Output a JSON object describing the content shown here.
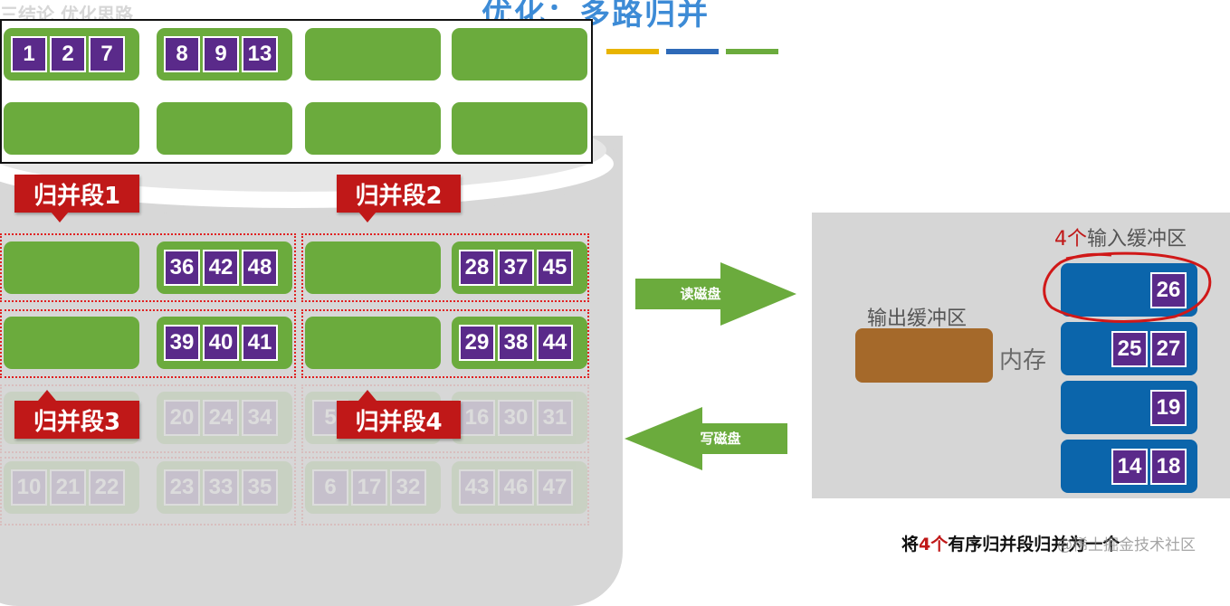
{
  "title": "优化：多路归并",
  "top_left_faded": "三结论 优化思路",
  "legend_colors": [
    "#e8b400",
    "#2e6ab8",
    "#6bab3d"
  ],
  "memory_rows": [
    [
      [
        "1",
        "2",
        "7"
      ],
      [
        "8",
        "9",
        "13"
      ],
      [],
      []
    ],
    [
      [],
      [],
      [],
      []
    ]
  ],
  "segment_rows": [
    [
      [],
      [
        "36",
        "42",
        "48"
      ],
      [],
      [
        "28",
        "37",
        "45"
      ]
    ],
    [
      [],
      [
        "39",
        "40",
        "41"
      ],
      [],
      [
        "29",
        "38",
        "44"
      ]
    ]
  ],
  "faded_rows": [
    [
      [],
      [
        "20",
        "24",
        "34"
      ],
      [
        "5"
      ],
      [
        "16",
        "30",
        "31"
      ]
    ],
    [
      [
        "10",
        "21",
        "22"
      ],
      [
        "23",
        "33",
        "35"
      ],
      [
        "6",
        "17",
        "32"
      ],
      [
        "43",
        "46",
        "47"
      ]
    ]
  ],
  "callouts": {
    "seg1": "归并段1",
    "seg2": "归并段2",
    "seg3": "归并段3",
    "seg4": "归并段4"
  },
  "arrows": {
    "read": "读磁盘",
    "write": "写磁盘"
  },
  "panel": {
    "input_label_num": "4个",
    "input_label_text": "输入缓冲区",
    "output_label": "输出缓冲区",
    "memory_label": "内存",
    "input_buffers": [
      [
        "26"
      ],
      [
        "25",
        "27"
      ],
      [
        "19"
      ],
      [
        "14",
        "18"
      ]
    ]
  },
  "footer": {
    "pre": "将",
    "num": "4个",
    "post": "有序归并段归并为一个"
  },
  "watermark": "@稀土掘金技术社区",
  "colors": {
    "block_green": "#6bab3d",
    "number_purple": "#5a2a8a",
    "callout_red": "#c01818",
    "buffer_blue": "#0b65ab",
    "output_brown": "#a5692a",
    "arrow_green": "#6bab3d"
  }
}
